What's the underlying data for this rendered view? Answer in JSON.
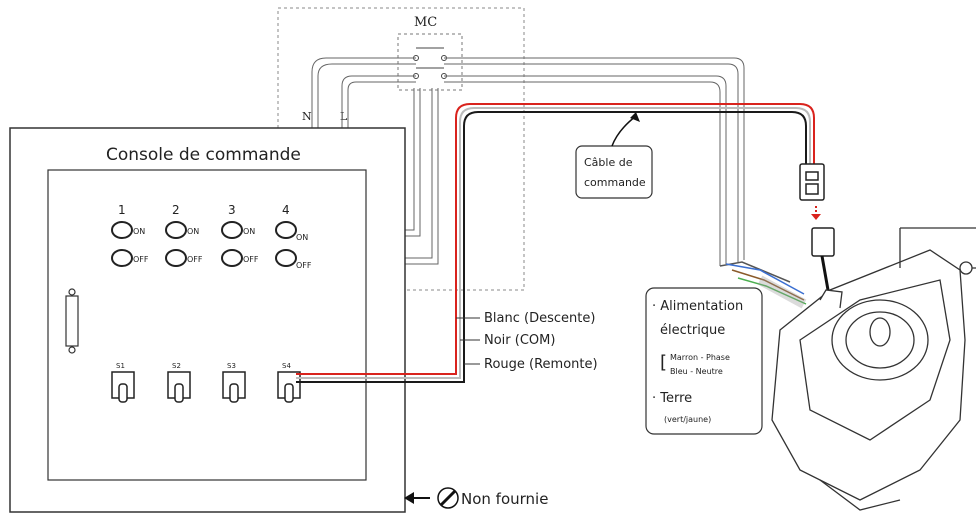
{
  "contactor": {
    "label": "MC",
    "n_label": "N",
    "l_label": "L"
  },
  "console": {
    "title": "Console de commande",
    "channels": [
      {
        "num": "1",
        "on": "ON",
        "off": "OFF",
        "switch": "S1"
      },
      {
        "num": "2",
        "on": "ON",
        "off": "OFF",
        "switch": "S2"
      },
      {
        "num": "3",
        "on": "ON",
        "off": "OFF",
        "switch": "S3"
      },
      {
        "num": "4",
        "on": "ON",
        "off": "OFF",
        "switch": "S4"
      }
    ]
  },
  "control_cable": {
    "line1": "Câble de",
    "line2": "commande"
  },
  "wires": {
    "white": "Blanc (Descente)",
    "black": "Noir (COM)",
    "red": "Rouge (Remonte)"
  },
  "power_box": {
    "title_line1": "· Alimentation",
    "title_line2": "électrique",
    "brown": "Marron - Phase",
    "blue": "Bleu - Neutre",
    "earth": "· Terre",
    "earth_sub": "(vert/jaune)"
  },
  "footer": {
    "not_supplied": "Non fournie"
  },
  "colors": {
    "red_wire": "#d9231d",
    "black_wire": "#1a1a1a",
    "line": "#555555",
    "dashed": "#888888"
  }
}
